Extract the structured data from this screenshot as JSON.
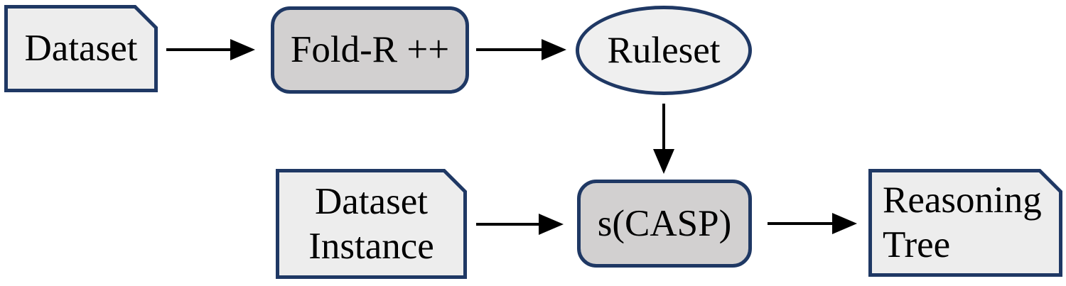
{
  "diagram": {
    "title": "FOLD-R++ to s(CASP) reasoning pipeline flowchart",
    "colors": {
      "border": "#1f3864",
      "light_fill": "#ededed",
      "dark_fill": "#d2d0d0",
      "arrow": "#000000",
      "text": "#000000",
      "background": "#ffffff"
    },
    "nodes": {
      "dataset": {
        "label": "Dataset",
        "shape": "document"
      },
      "foldr": {
        "label": "Fold-R ++",
        "shape": "rounded-rectangle"
      },
      "ruleset": {
        "label": "Ruleset",
        "shape": "ellipse"
      },
      "dataset_instance": {
        "label": "Dataset Instance",
        "line1": "Dataset",
        "line2": "Instance",
        "shape": "document"
      },
      "scasp": {
        "label": "s(CASP)",
        "shape": "rounded-rectangle"
      },
      "reasoning_tree": {
        "label": "Reasoning Tree",
        "line1": "Reasoning",
        "line2": "Tree",
        "shape": "document"
      }
    },
    "edges": [
      {
        "from": "dataset",
        "to": "foldr",
        "direction": "right"
      },
      {
        "from": "foldr",
        "to": "ruleset",
        "direction": "right"
      },
      {
        "from": "ruleset",
        "to": "scasp",
        "direction": "down"
      },
      {
        "from": "dataset_instance",
        "to": "scasp",
        "direction": "right"
      },
      {
        "from": "scasp",
        "to": "reasoning_tree",
        "direction": "right"
      }
    ]
  }
}
